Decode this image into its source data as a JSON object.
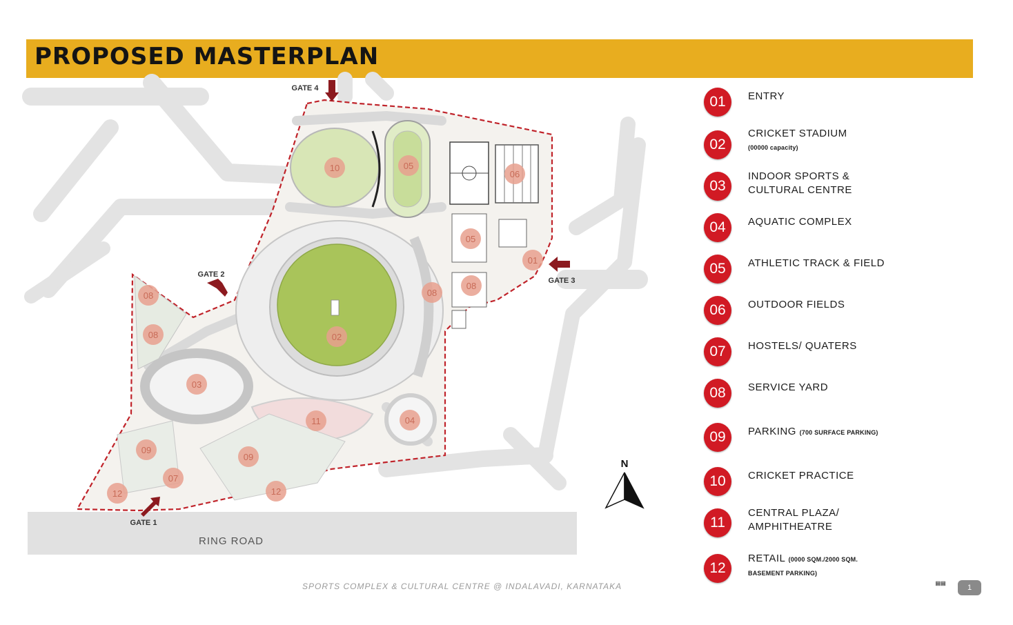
{
  "title": "PROPOSED MASTERPLAN",
  "road_label": "RING ROAD",
  "gates": [
    "GATE 1",
    "GATE 2",
    "GATE 3",
    "GATE 4"
  ],
  "north_label": "N",
  "footer_caption": "SPORTS COMPLEX & CULTURAL CENTRE @ INDALAVADI, KARNATAKA",
  "page_number": "1",
  "colors": {
    "title_bar": "#e8ad1f",
    "marker": "#d11a24",
    "boundary": "#c0232a",
    "pitch_green": "#a9c45a",
    "road_grey": "#e3e3e3"
  },
  "legend": [
    {
      "num": "01",
      "label": "ENTRY",
      "sub": ""
    },
    {
      "num": "02",
      "label": "CRICKET STADIUM",
      "sub": "(00000 capacity)"
    },
    {
      "num": "03",
      "label": "INDOOR SPORTS &",
      "sub_line": "CULTURAL CENTRE"
    },
    {
      "num": "04",
      "label": "AQUATIC COMPLEX",
      "sub": ""
    },
    {
      "num": "05",
      "label": "ATHLETIC TRACK & FIELD",
      "sub": ""
    },
    {
      "num": "06",
      "label": "OUTDOOR FIELDS",
      "sub": ""
    },
    {
      "num": "07",
      "label": "HOSTELS/ QUATERS",
      "sub": ""
    },
    {
      "num": "08",
      "label": "SERVICE YARD",
      "sub": ""
    },
    {
      "num": "09",
      "label": "PARKING",
      "sub": "(700 SURFACE PARKING)"
    },
    {
      "num": "10",
      "label": "CRICKET PRACTICE",
      "sub": ""
    },
    {
      "num": "11",
      "label": "CENTRAL PLAZA/",
      "sub_line": "AMPHITHEATRE"
    },
    {
      "num": "12",
      "label": "RETAIL",
      "sub": "(0000 SQM./2000 SQM.",
      "sub2": "BASEMENT PARKING)"
    }
  ],
  "map_markers": [
    "10",
    "05",
    "06",
    "05",
    "01",
    "08",
    "08",
    "08",
    "08",
    "03",
    "02",
    "11",
    "04",
    "09",
    "07",
    "09",
    "12",
    "12"
  ]
}
